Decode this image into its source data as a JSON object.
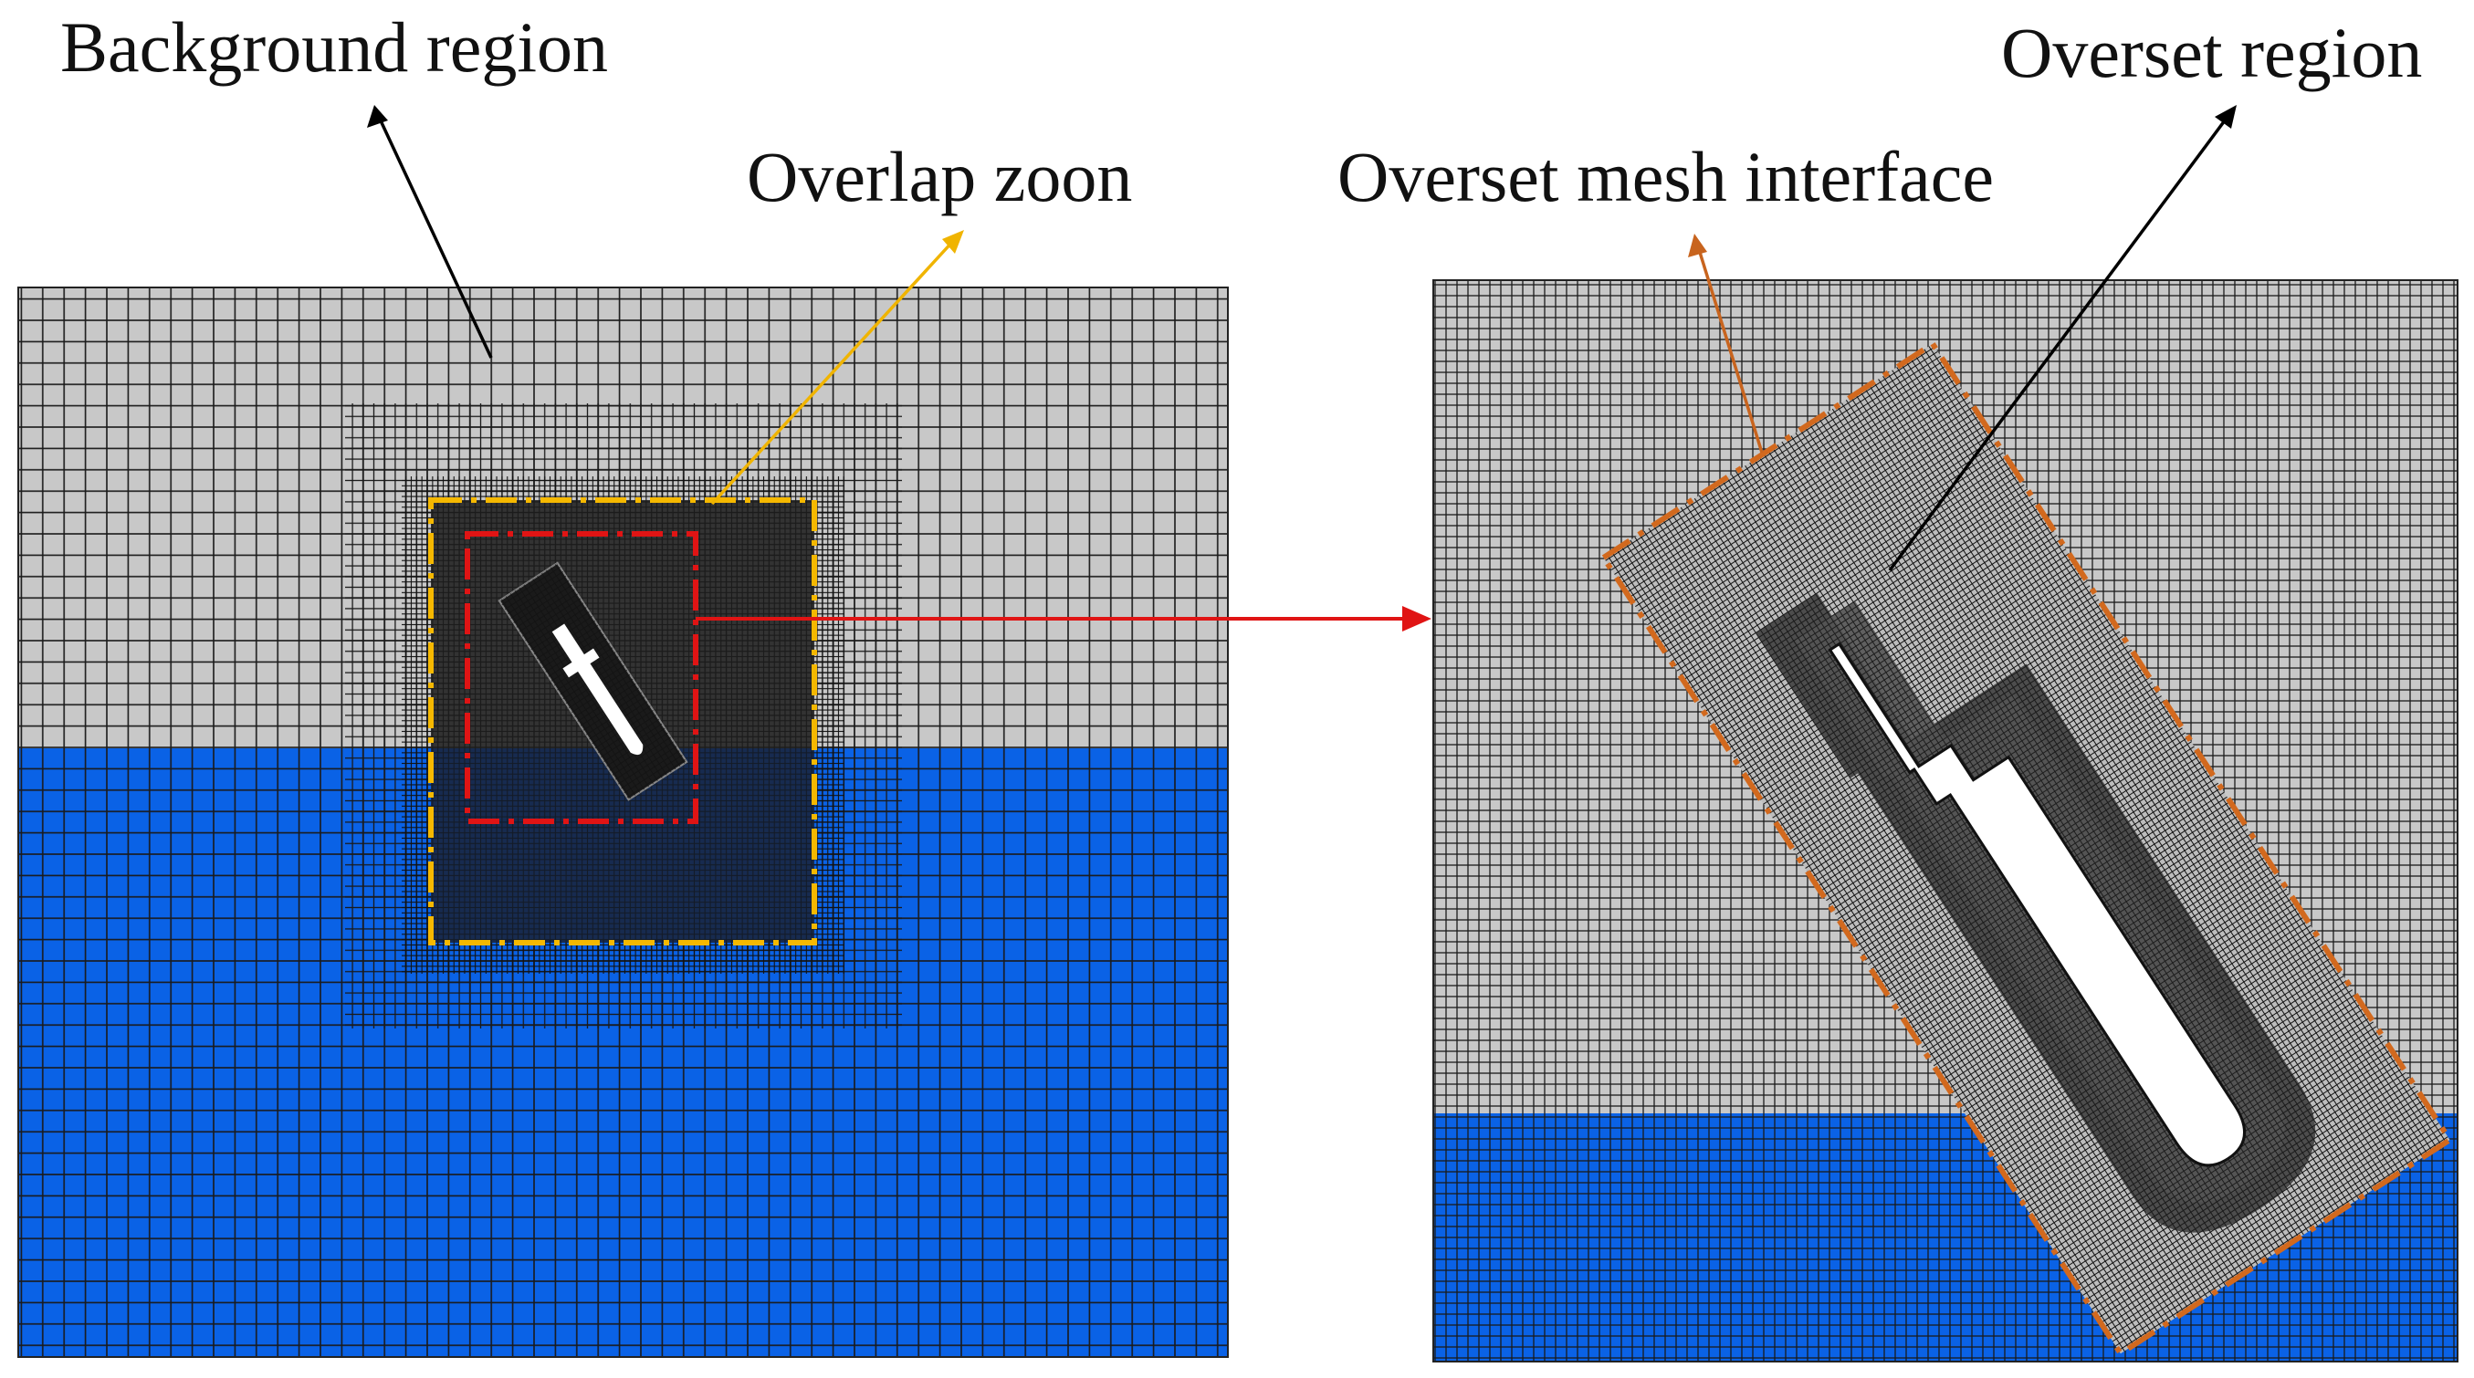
{
  "labels": {
    "background_region": "Background region",
    "overlap_zone": "Overlap zoon",
    "overset_mesh_interface": "Overset mesh interface",
    "overset_region": "Overset region"
  },
  "colors": {
    "air_mesh": "#c8c8c8",
    "water_mesh": "#0a62e6",
    "grid_line": "#1a1a1a",
    "dense_mesh": "#2b2b2b",
    "overlap_outline": "#f5b800",
    "zoom_outline": "#e01414",
    "interface_outline": "#d2691e",
    "body_fill": "#ffffff",
    "leader_black": "#000000",
    "leader_yellow": "#f0b400",
    "leader_orange": "#c8641e",
    "zoom_arrow": "#e01414"
  }
}
